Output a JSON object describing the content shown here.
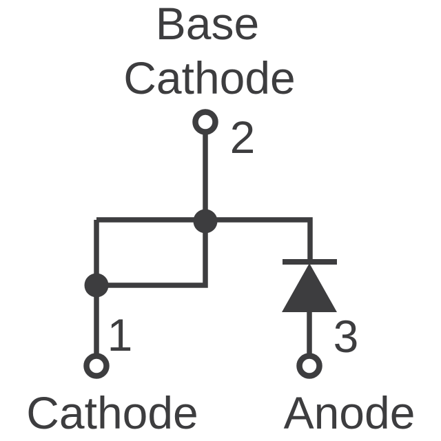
{
  "colors": {
    "ink": "#3d3d3f",
    "background": "#ffffff"
  },
  "pins": {
    "top": {
      "number": "2",
      "name_line1": "Base",
      "name_line2": "Cathode"
    },
    "bottom_left": {
      "number": "1",
      "name": "Cathode"
    },
    "bottom_right": {
      "number": "3",
      "name": "Anode"
    }
  }
}
